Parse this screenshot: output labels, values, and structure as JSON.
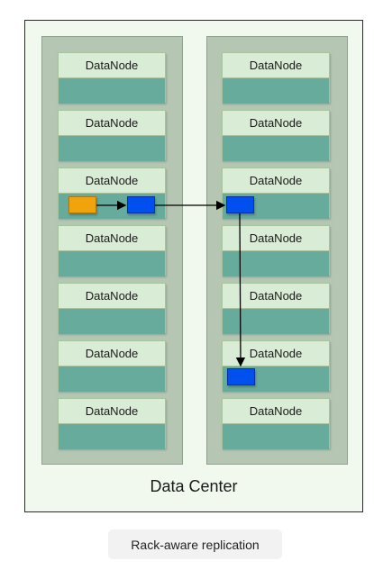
{
  "diagram": {
    "datacenter_label": "Data Center",
    "node_label": "DataNode",
    "caption": "Rack-aware replication",
    "colors": {
      "datacenter_fill": "#f1f8ee",
      "rack_fill": "#b5c6b2",
      "node_header": "#d9ecd5",
      "node_body": "#67ab9d",
      "original_block": "#f0a30a",
      "replica_block": "#0050ef"
    },
    "racks": [
      {
        "name": "rack-left",
        "nodes": 7
      },
      {
        "name": "rack-right",
        "nodes": 7
      }
    ],
    "blocks": [
      {
        "kind": "original",
        "rack": "rack-left",
        "node": 3
      },
      {
        "kind": "replica",
        "rack": "rack-left",
        "node": 3
      },
      {
        "kind": "replica",
        "rack": "rack-right",
        "node": 3
      },
      {
        "kind": "replica",
        "rack": "rack-right",
        "node": 6
      }
    ]
  }
}
